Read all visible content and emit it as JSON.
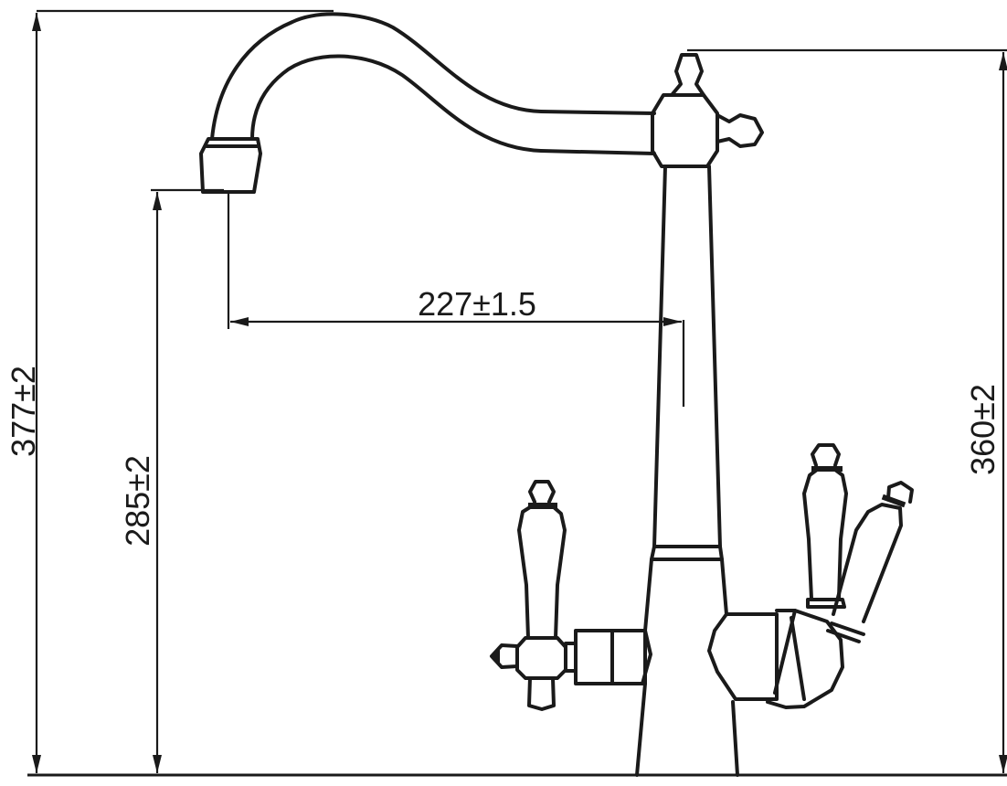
{
  "drawing": {
    "dimensions": {
      "total_height": "377±2",
      "spout_height": "285±2",
      "spout_reach": "227±1.5",
      "body_height": "360±2"
    },
    "line_color": "#1a1a1a"
  }
}
